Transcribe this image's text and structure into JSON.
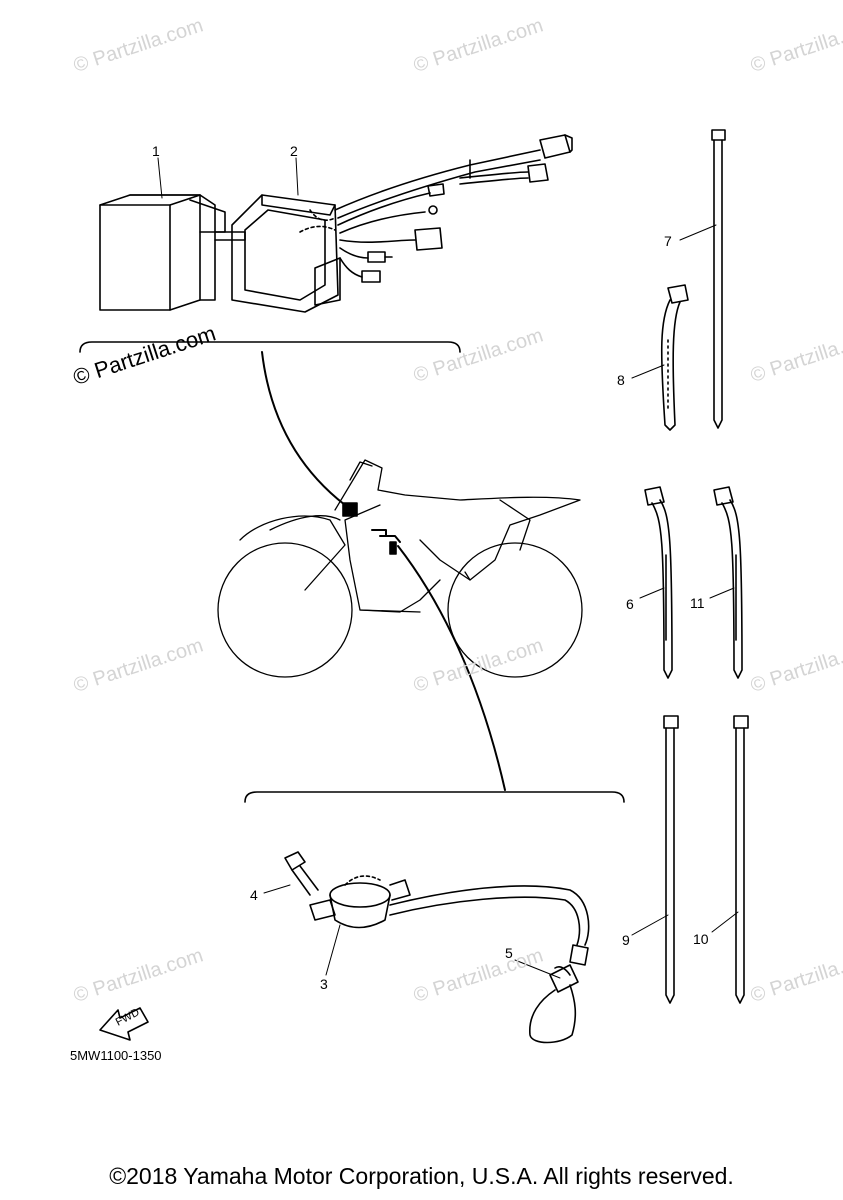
{
  "watermark": {
    "text": "© Partzilla.com"
  },
  "callouts": [
    "1",
    "2",
    "3",
    "4",
    "5",
    "6",
    "7",
    "8",
    "9",
    "10",
    "11"
  ],
  "fwd_label": "FWD",
  "diagram_code": "5MW1100-1350",
  "copyright": "©2018 Yamaha Motor Corporation, U.S.A. All rights reserved.",
  "colors": {
    "line": "#000000",
    "watermark": "#d4d4d4",
    "background": "#ffffff"
  }
}
